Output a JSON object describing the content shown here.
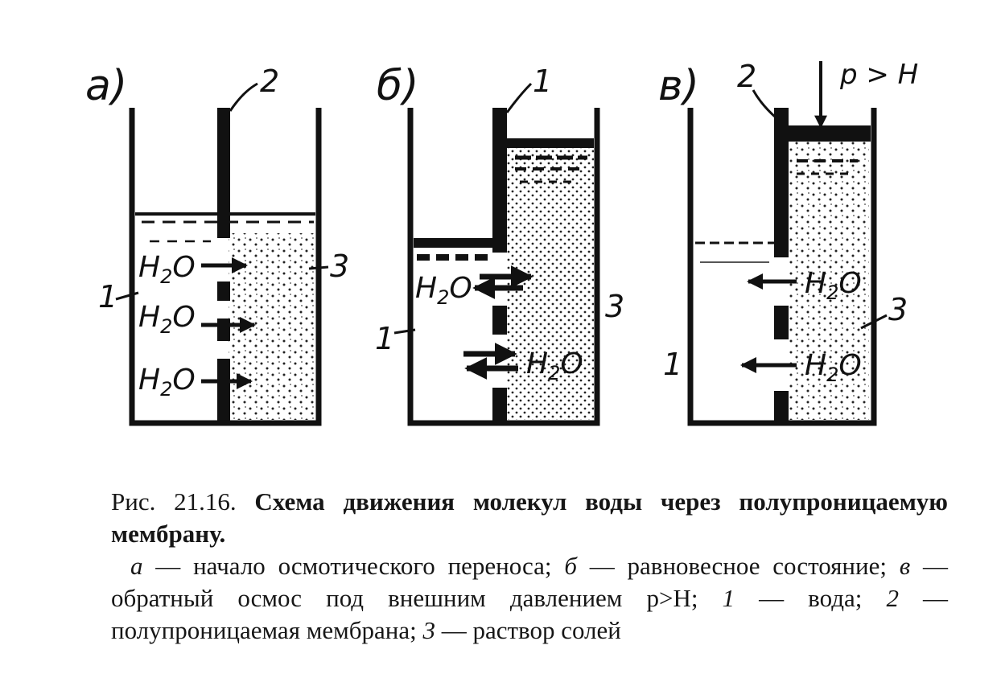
{
  "panels": [
    {
      "letter": "а)",
      "labels": {
        "water": "1",
        "membrane": "2",
        "solution": "3"
      },
      "flows": [
        "H2O",
        "H2O",
        "H2O"
      ]
    },
    {
      "letter": "б)",
      "labels": {
        "water": "1",
        "membrane": "1",
        "solution": "3"
      },
      "flows": [
        "H2O",
        "H2O"
      ]
    },
    {
      "letter": "в)",
      "labels": {
        "water": "1",
        "membrane": "2",
        "solution": "3"
      },
      "flows": [
        "H2O",
        "H2O"
      ],
      "pressure_label": "p > H"
    }
  ],
  "caption": {
    "fig_label": "Рис. 21.16.",
    "title": "Схема движения молекул воды через полупроницаемую мембрану.",
    "a_letter": "а",
    "a_text": " — начало осмотического переноса; ",
    "b_letter": "б",
    "b_text": " — равновесное состояние; ",
    "v_letter": "в",
    "v_text": " — обратный осмос под внешним давлением p>H;",
    "n1": "1",
    "n1_text": " — вода; ",
    "n2": "2",
    "n2_text": " — полупроницаемая мембрана; ",
    "n3": "3",
    "n3_text": " — раствор солей"
  }
}
